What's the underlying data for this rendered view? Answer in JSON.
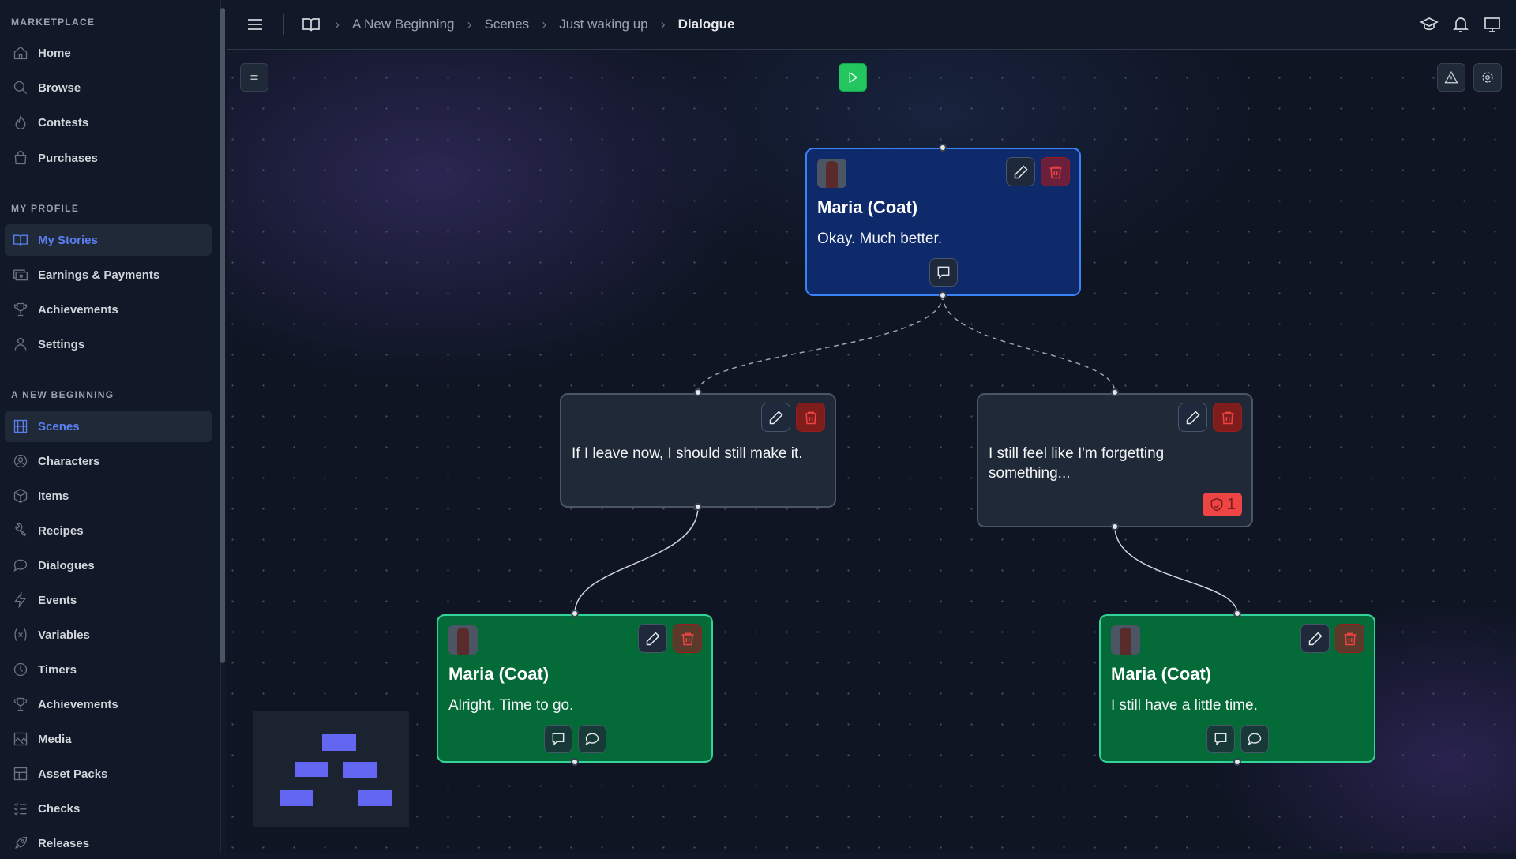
{
  "sidebar": {
    "sections": [
      {
        "title": "MARKETPLACE",
        "items": [
          {
            "label": "Home",
            "icon": "home-icon"
          },
          {
            "label": "Browse",
            "icon": "search-icon"
          },
          {
            "label": "Contests",
            "icon": "flame-icon"
          },
          {
            "label": "Purchases",
            "icon": "bag-icon"
          }
        ]
      },
      {
        "title": "MY PROFILE",
        "items": [
          {
            "label": "My Stories",
            "icon": "book-icon",
            "active": true
          },
          {
            "label": "Earnings & Payments",
            "icon": "money-icon"
          },
          {
            "label": "Achievements",
            "icon": "trophy-icon"
          },
          {
            "label": "Settings",
            "icon": "user-icon"
          }
        ]
      },
      {
        "title": "A NEW BEGINNING",
        "items": [
          {
            "label": "Scenes",
            "icon": "film-icon",
            "active": true
          },
          {
            "label": "Characters",
            "icon": "user-circle-icon"
          },
          {
            "label": "Items",
            "icon": "cube-icon"
          },
          {
            "label": "Recipes",
            "icon": "wrench-icon"
          },
          {
            "label": "Dialogues",
            "icon": "chat-icon"
          },
          {
            "label": "Events",
            "icon": "bolt-icon"
          },
          {
            "label": "Variables",
            "icon": "variable-icon"
          },
          {
            "label": "Timers",
            "icon": "clock-icon"
          },
          {
            "label": "Achievements",
            "icon": "trophy-icon"
          },
          {
            "label": "Media",
            "icon": "image-icon"
          },
          {
            "label": "Asset Packs",
            "icon": "grid-icon"
          },
          {
            "label": "Checks",
            "icon": "checklist-icon"
          },
          {
            "label": "Releases",
            "icon": "rocket-icon"
          }
        ]
      }
    ]
  },
  "breadcrumb": [
    "A New Beginning",
    "Scenes",
    "Just waking up",
    "Dialogue"
  ],
  "nodes": {
    "root": {
      "character": "Maria (Coat)",
      "text": "Okay. Much better."
    },
    "choice1": {
      "text": "If I leave now, I should still make it."
    },
    "choice2": {
      "text": "I still feel like I'm forgetting something...",
      "badge_count": "1"
    },
    "leaf1": {
      "character": "Maria (Coat)",
      "text": "Alright. Time to go."
    },
    "leaf2": {
      "character": "Maria (Coat)",
      "text": "I still have a little time."
    }
  },
  "colors": {
    "speaker_root": "#0f2a6b",
    "speaker_leaf": "#046a38",
    "choice": "#1f2937",
    "accent": "#5b7ff0",
    "danger": "#ef4444",
    "play": "#22c55e"
  }
}
